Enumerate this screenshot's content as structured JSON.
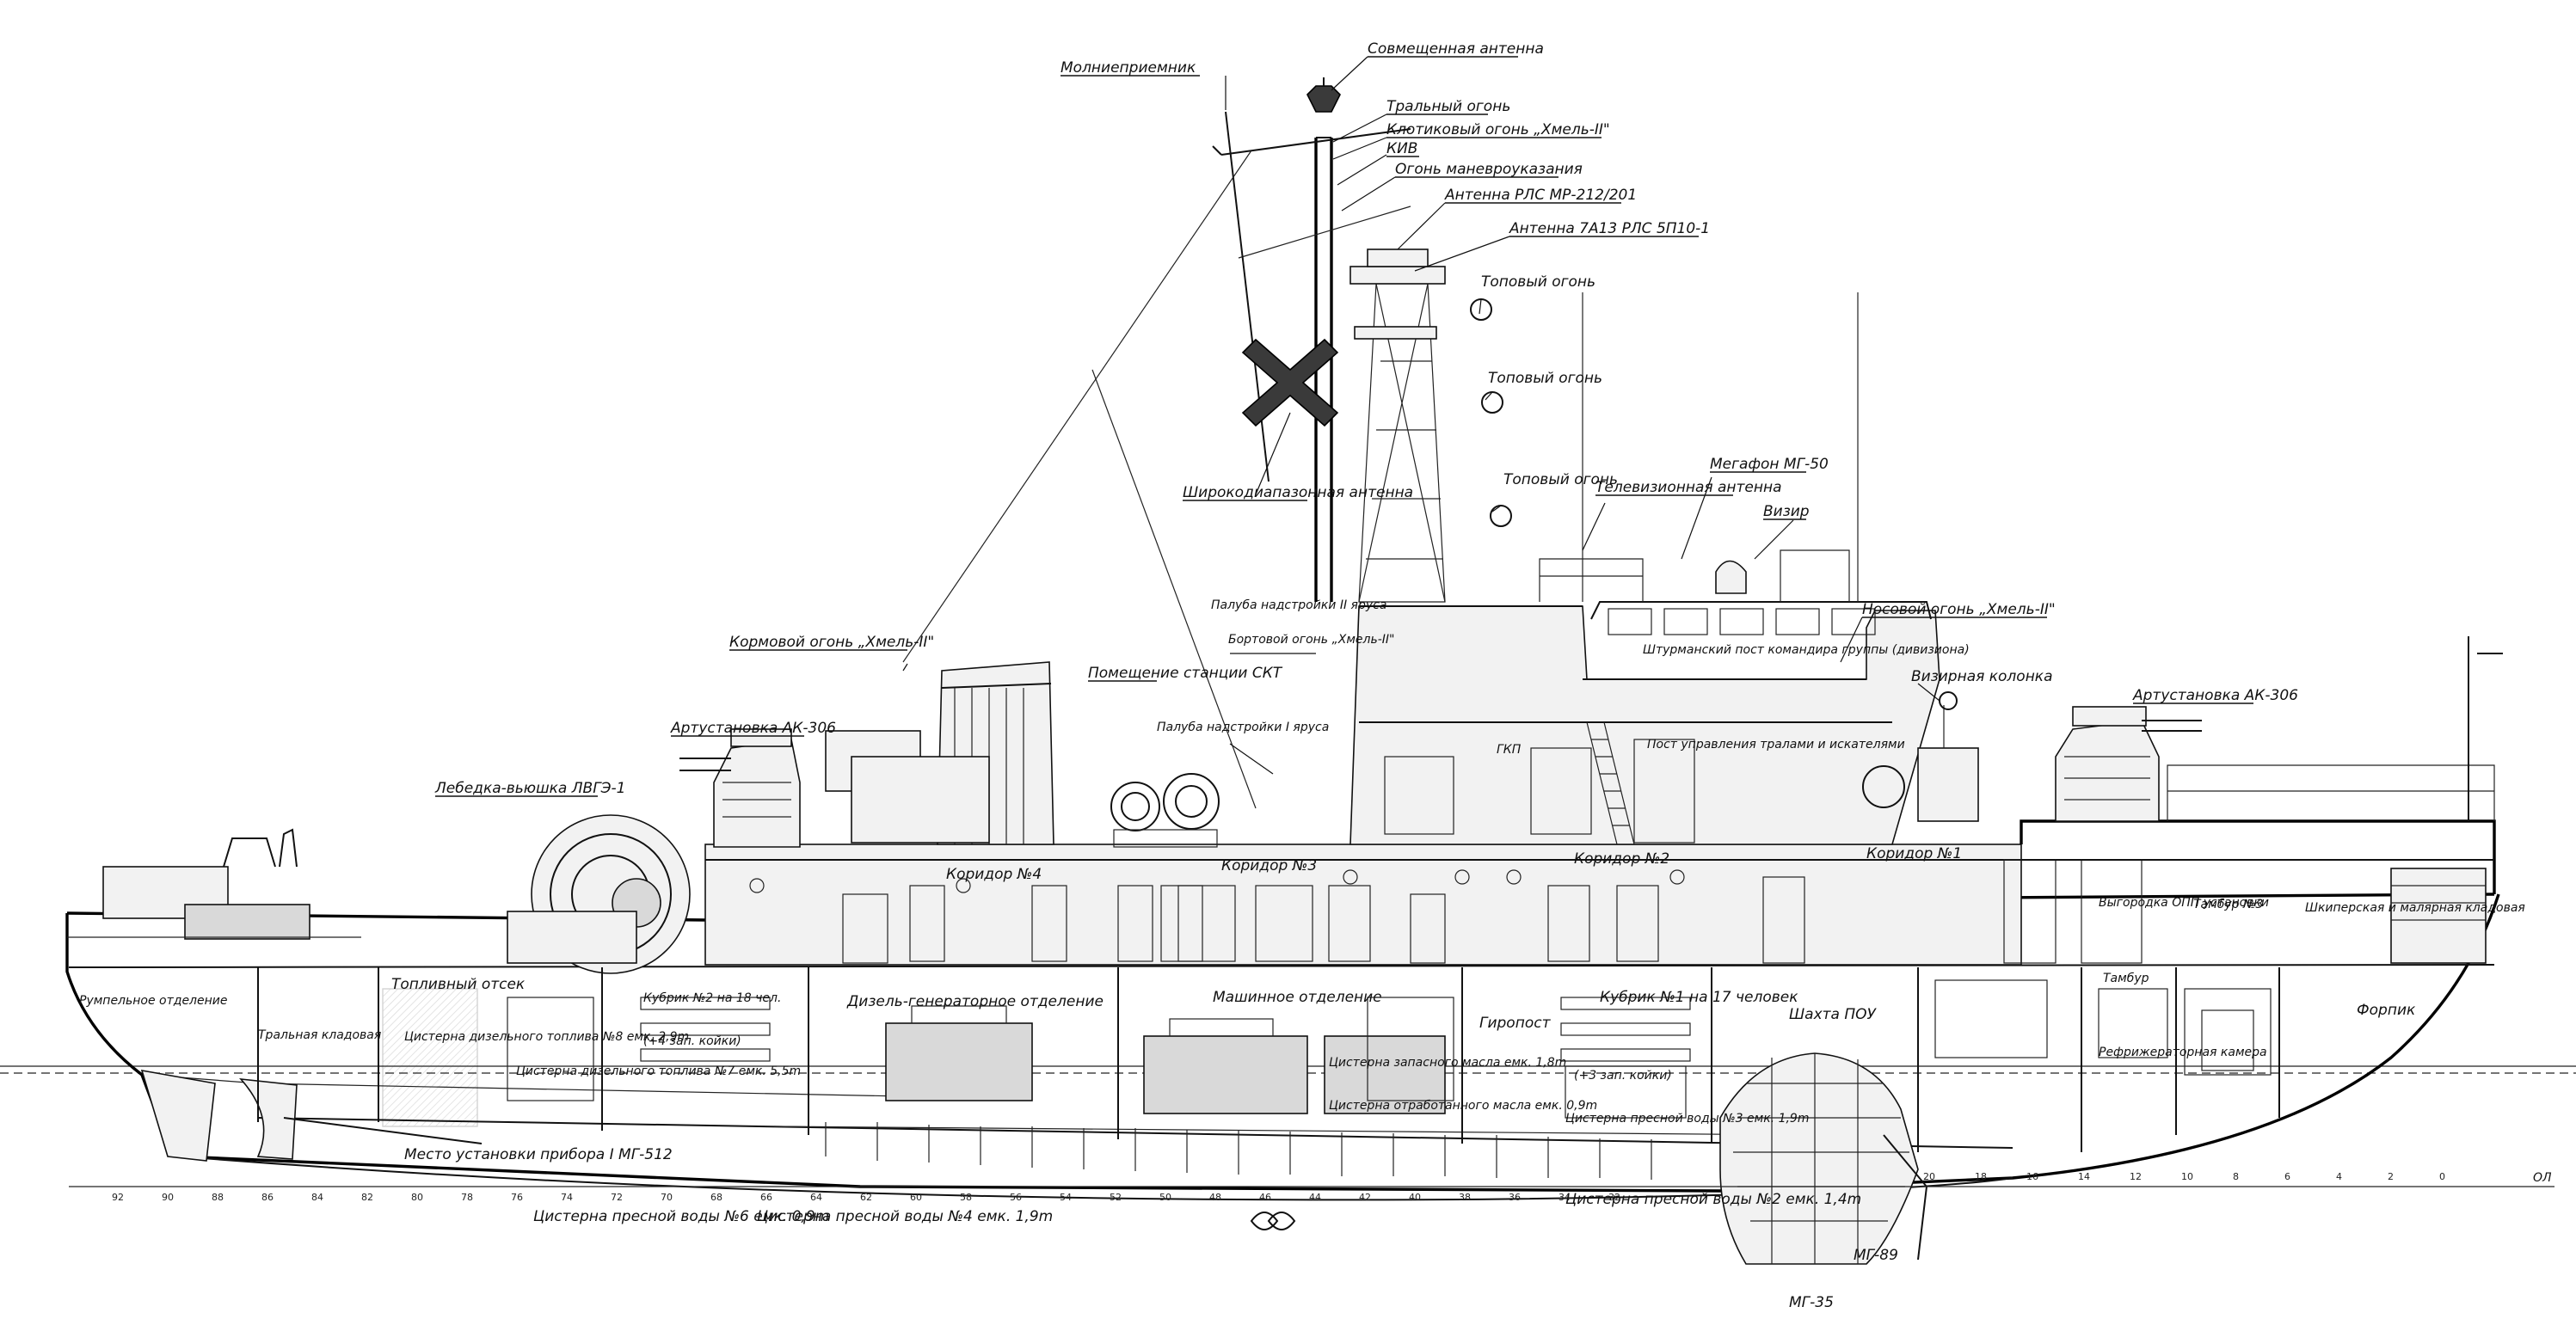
{
  "colors": {
    "ink": "#111111",
    "paper": "#ffffff",
    "shade": "#d9d9d9"
  },
  "labels": {
    "molniepriemnik": "Молниеприемник",
    "sovmeshch_antenna": "Совмещенная антенна",
    "tralny_ogon": "Тральный огонь",
    "klotikovy_ogon": "Клотиковый огонь „Хмель-II\"",
    "kiv": "КИВ",
    "ogon_manevr": "Огонь маневроуказания",
    "antenna_rls_mr": "Антенна РЛС МР-212/201",
    "antenna_7a13": "Антенна 7А13 РЛС 5П10-1",
    "topovy_ogon_1": "Топовый огонь",
    "topovy_ogon_2": "Топовый огонь",
    "topovy_ogon_3": "Топовый огонь",
    "shirokodiap_antenna": "Широкодиапазонная антенна",
    "televiz_antenna": "Телевизионная антенна",
    "megafon": "Мегафон МГ-50",
    "vizir": "Визир",
    "nosovoy_ogon": "Носовой огонь „Хмель-II\"",
    "kormovoy_ogon": "Кормовой огонь „Хмель-II\"",
    "paluba_nadstr_2": "Палуба надстройки II яруса",
    "bortovoy_ogon": "Бортовой огонь „Хмель-II\"",
    "pomeshch_skt": "Помещение станции СКТ",
    "paluba_nadstr_1": "Палуба надстройки I яруса",
    "artust_kormovaya": "Артустановка АК-306",
    "artust_nosovaya": "Артустановка АК-306",
    "vizirnaya_kolonka": "Визирная колонка",
    "lebedka": "Лебедка-вьюшка ЛВГЭ-1",
    "koridor_4": "Коридор №4",
    "koridor_3": "Коридор №3",
    "koridor_2": "Коридор №2",
    "koridor_1": "Коридор №1",
    "shkiperskaya": "Шкиперская и малярная кладовая",
    "forpik": "Форпик",
    "tambur_3": "Тамбур №3",
    "tambur": "Тамбур",
    "vygorodka": "Выгородка ОПП установки",
    "refr_kamera": "Рефрижераторная камера",
    "shakhta_pou": "Шахта ПОУ",
    "kubrik_1": "Кубрик №1 на 17 человек",
    "kubrik_1_zap": "(+3 зап. койки)",
    "kubrik_2": "Кубрик №2 на 18 чел.",
    "kubrik_2_zap": "(+4 зап. койки)",
    "girepost": "Гиропост",
    "mashinnoe": "Машинное отделение",
    "dizelgen": "Дизель-генераторное отделение",
    "toplivny_otsek": "Топливный отсек",
    "rulevoe": "Румпельное отделение",
    "tralnaya_kladovaya": "Тральная кладовая",
    "cist_dizel_8": "Цистерна дизельного топлива №8 емк. 2,9m",
    "cist_dizel_7": "Цистерна дизельного топлива №7 емк. 5,5m",
    "cist_zap_masla": "Цистерна запасного масла емк. 1,8m",
    "cist_otr_masla": "Цистерна отработанного масла емк. 0,9m",
    "cist_presn_3": "Цистерна пресной воды №3 емк. 1,9m",
    "mesto_ustanovki": "Место установки прибора I МГ-512",
    "cist_presn_6": "Цистерна пресной воды №6 емк. 0,9m",
    "cist_presn_4": "Цистерна пресной воды №4 емк. 1,9m",
    "cist_presn_2": "Цистерна пресной воды №2 емк. 1,4m",
    "mg89": "МГ-89",
    "mg35": "МГ-35",
    "gkp": "ГКП",
    "post_shturm": "Штурманский пост командира группы (дивизиона)",
    "post_upravleniya": "Пост управления тралами и искателями",
    "baseline": "ОЛ"
  },
  "frames": {
    "stern_numbers": [
      "92",
      "90",
      "88",
      "86",
      "84",
      "82",
      "80",
      "78",
      "76",
      "74",
      "72",
      "70",
      "68",
      "66",
      "64",
      "62",
      "60",
      "58",
      "56",
      "54",
      "52",
      "50",
      "48",
      "46",
      "44",
      "42",
      "40",
      "38",
      "36",
      "34",
      "32"
    ],
    "bow_numbers": [
      "20",
      "18",
      "16",
      "14",
      "12",
      "10",
      "8",
      "6",
      "4",
      "2",
      "0"
    ]
  }
}
